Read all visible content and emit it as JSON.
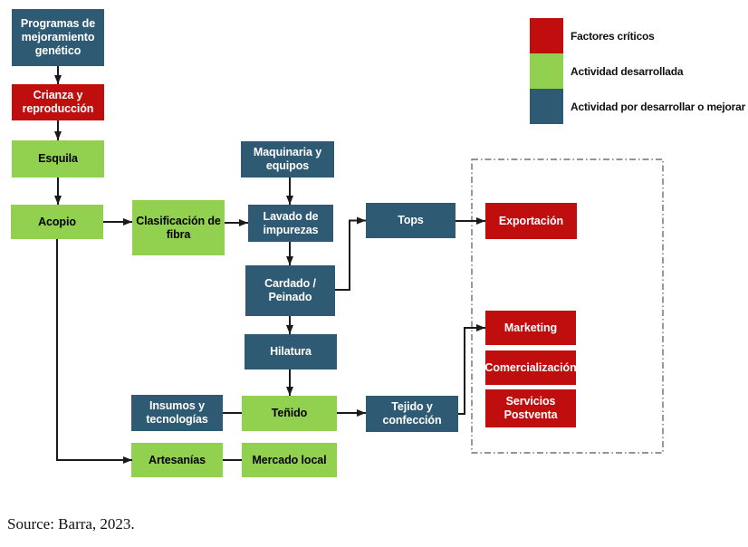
{
  "colors": {
    "critical": "#C00E0E",
    "developed": "#92D050",
    "to_improve": "#2F5A73",
    "connector": "#1A1A1A"
  },
  "legend": {
    "items": [
      {
        "label": "Factores críticos",
        "color": "#C00E0E"
      },
      {
        "label": "Actividad desarrollada",
        "color": "#92D050"
      },
      {
        "label": "Actividad por desarrollar o mejorar",
        "color": "#2F5A73"
      }
    ]
  },
  "nodes": {
    "programas": {
      "label": "Programas de\nmejoramiento\ngenético",
      "type": "to_improve"
    },
    "crianza": {
      "label": "Crianza y\nreproducción",
      "type": "critical"
    },
    "esquila": {
      "label": "Esquila",
      "type": "developed"
    },
    "acopio": {
      "label": "Acopio",
      "type": "developed"
    },
    "clasificacion": {
      "label": "Clasificación de\nfibra",
      "type": "developed"
    },
    "maquinaria": {
      "label": "Maquinaria y\nequipos",
      "type": "to_improve"
    },
    "lavado": {
      "label": "Lavado de\nimpurezas",
      "type": "to_improve"
    },
    "cardado": {
      "label": "Cardado /\nPeinado",
      "type": "to_improve"
    },
    "hilatura": {
      "label": "Hilatura",
      "type": "to_improve"
    },
    "tenido": {
      "label": "Teñido",
      "type": "developed"
    },
    "insumos": {
      "label": "Insumos y\ntecnologías",
      "type": "to_improve"
    },
    "tejido": {
      "label": "Tejido y\nconfección",
      "type": "to_improve"
    },
    "artesanias": {
      "label": "Artesanías",
      "type": "developed"
    },
    "mercado": {
      "label": "Mercado local",
      "type": "developed"
    },
    "tops": {
      "label": "Tops",
      "type": "to_improve"
    },
    "exportacion": {
      "label": "Exportación",
      "type": "critical"
    },
    "marketing": {
      "label": "Marketing",
      "type": "critical"
    },
    "comercializacion": {
      "label": "Comercialización",
      "type": "critical"
    },
    "servicios": {
      "label": "Servicios\nPostventa",
      "type": "critical"
    }
  },
  "edges": [
    {
      "from": "programas",
      "to": "crianza",
      "arrow": true
    },
    {
      "from": "crianza",
      "to": "esquila",
      "arrow": true
    },
    {
      "from": "esquila",
      "to": "acopio",
      "arrow": true
    },
    {
      "from": "acopio",
      "to": "clasificacion",
      "arrow": true
    },
    {
      "from": "clasificacion",
      "to": "lavado",
      "arrow": true
    },
    {
      "from": "maquinaria",
      "to": "lavado",
      "arrow": true
    },
    {
      "from": "lavado",
      "to": "cardado",
      "arrow": true
    },
    {
      "from": "cardado",
      "to": "tops",
      "arrow": true
    },
    {
      "from": "tops",
      "to": "exportacion",
      "arrow": true
    },
    {
      "from": "cardado",
      "to": "hilatura",
      "arrow": true
    },
    {
      "from": "hilatura",
      "to": "tenido",
      "arrow": true
    },
    {
      "from": "insumos",
      "to": "tenido",
      "arrow": false
    },
    {
      "from": "tenido",
      "to": "tejido",
      "arrow": true
    },
    {
      "from": "tejido",
      "to": "marketing",
      "arrow": true
    },
    {
      "from": "artesanias",
      "to": "mercado",
      "arrow": false
    },
    {
      "from": "acopio",
      "to": "artesanias",
      "arrow": true
    }
  ],
  "source_note": "Source: Barra, 2023."
}
